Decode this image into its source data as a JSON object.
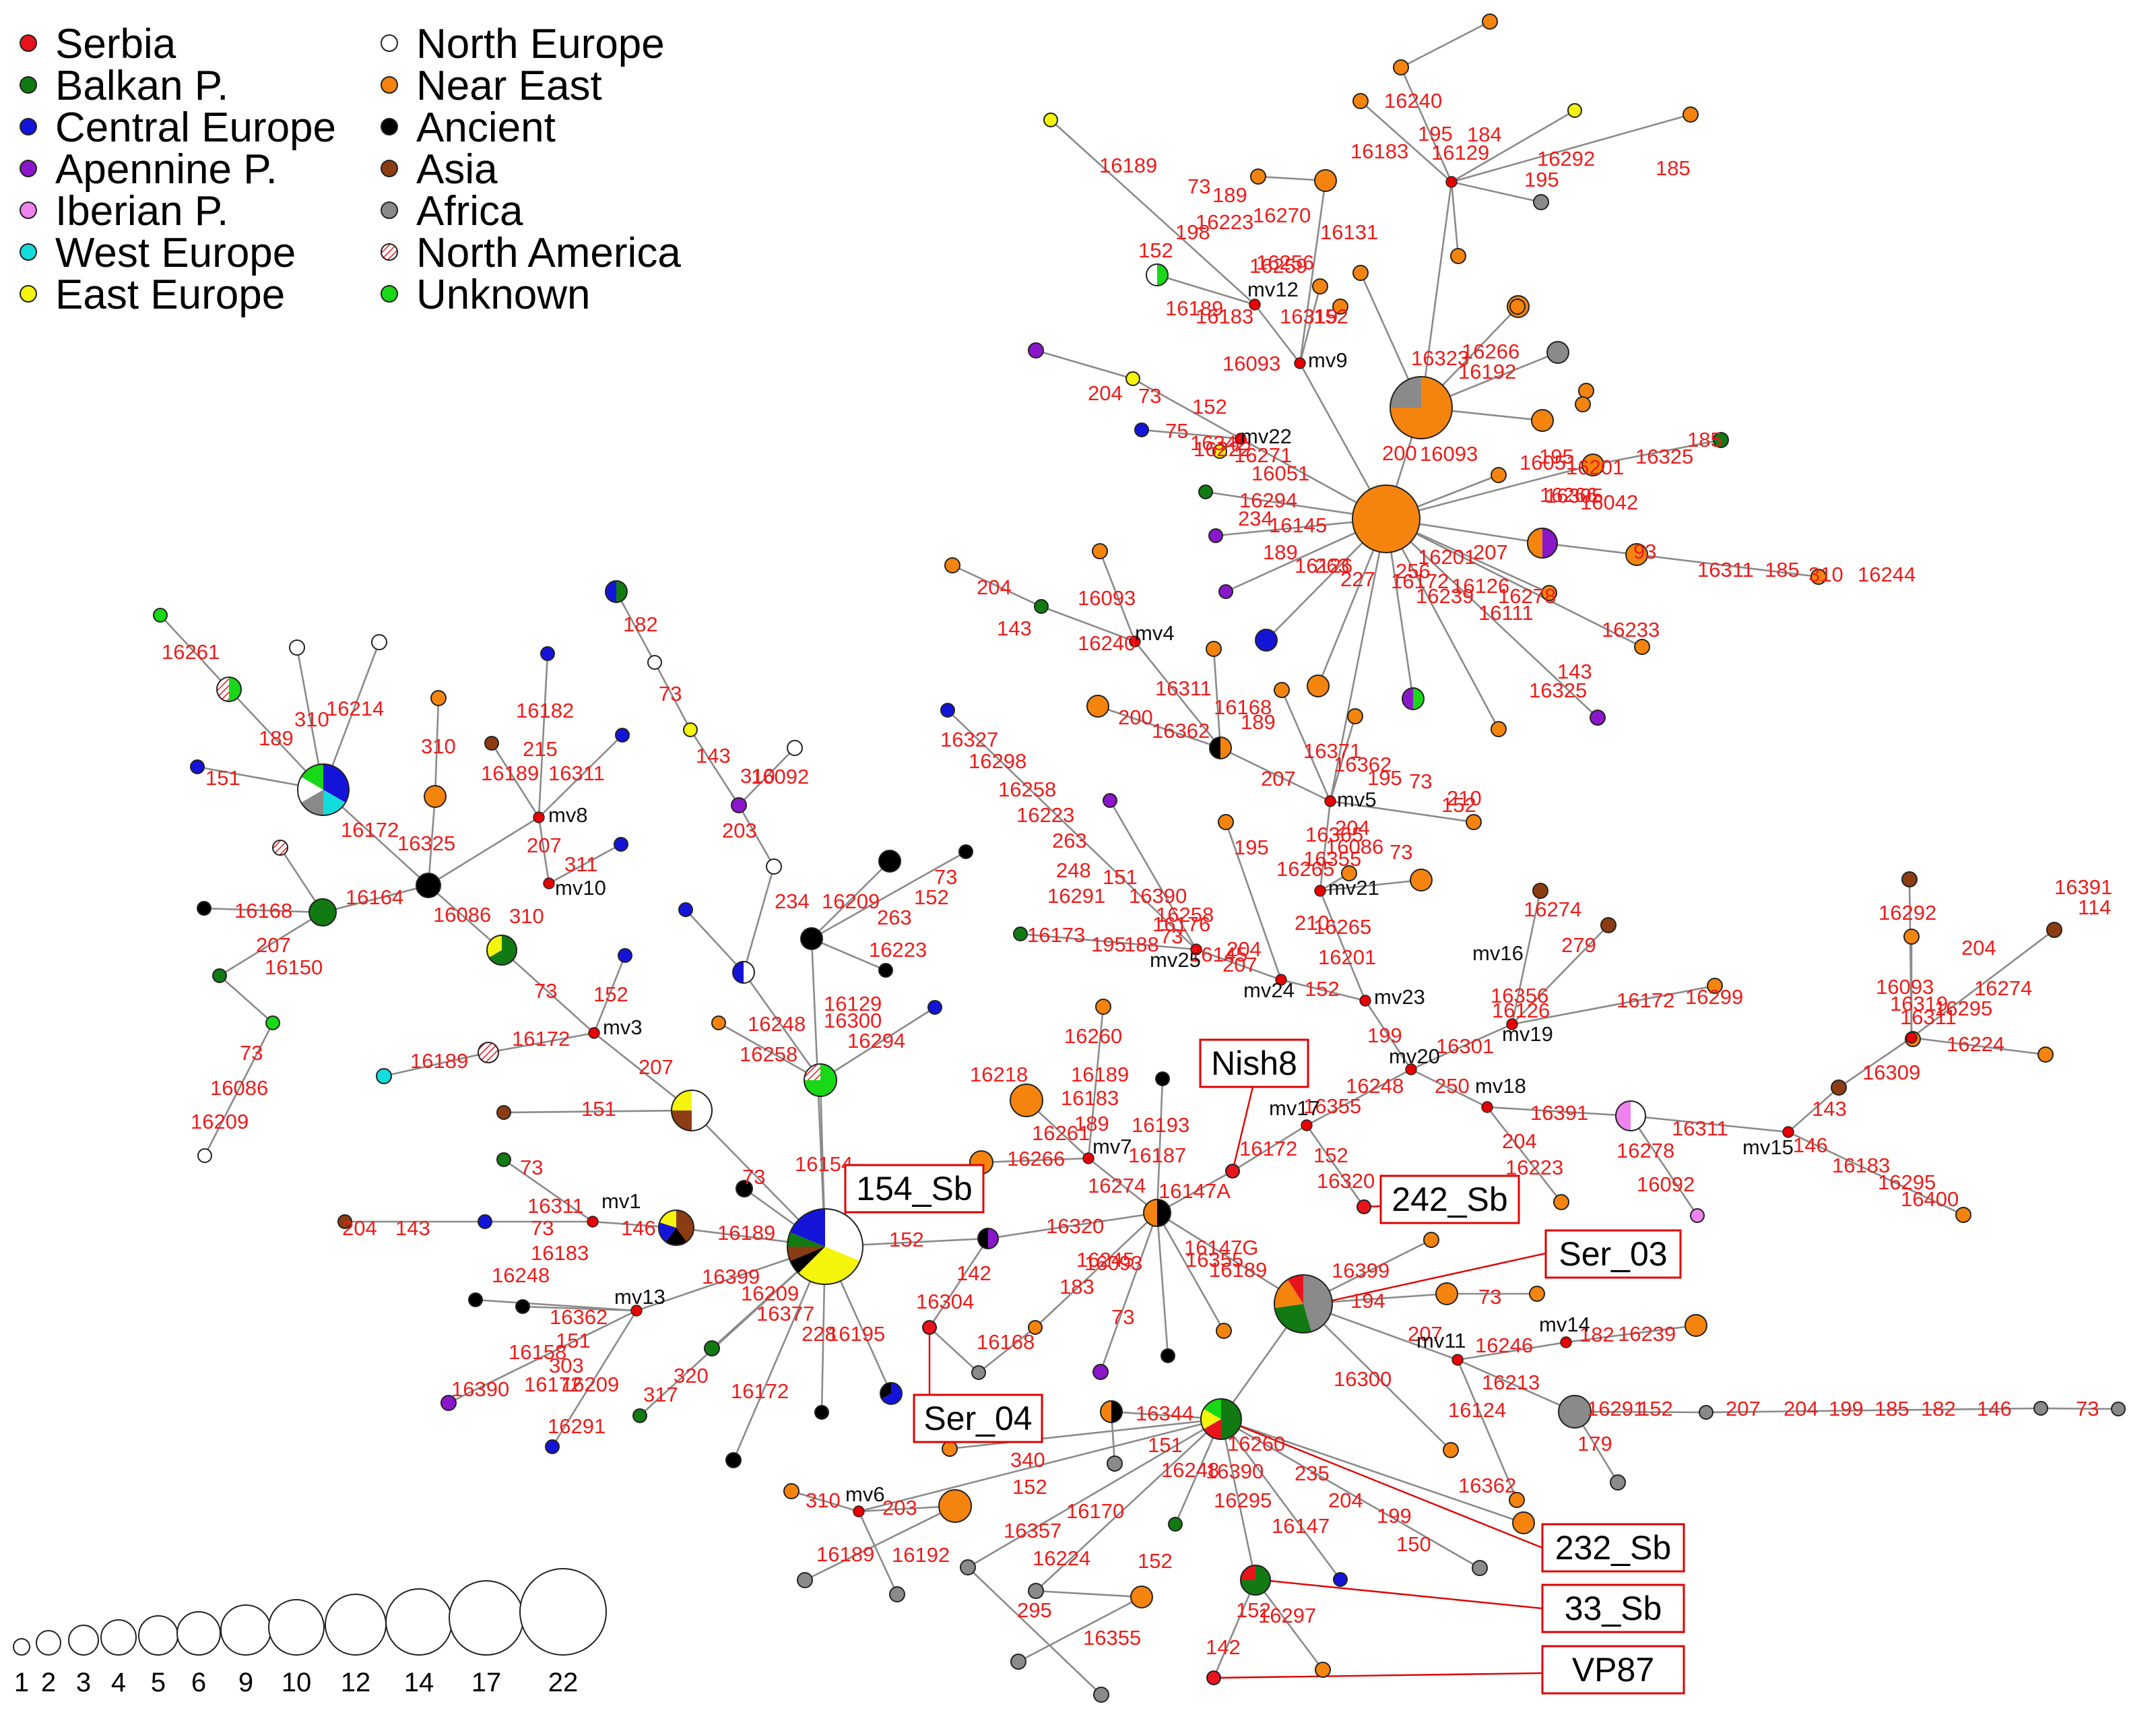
{
  "colors": {
    "serbia": "#e8141c",
    "balkan": "#127a12",
    "central": "#1414d9",
    "apennine": "#8a17c9",
    "iberian": "#ee82ee",
    "west": "#12dcdc",
    "east": "#f4f40c",
    "north": "#ffffff",
    "near": "#f5840f",
    "ancient": "#000000",
    "asia": "#8b3c12",
    "africa": "#8a8a8a",
    "northam": "#ffffff",
    "unknown": "#18d818"
  },
  "legend": [
    {
      "label": "Serbia",
      "color": "serbia"
    },
    {
      "label": "Balkan P.",
      "color": "balkan"
    },
    {
      "label": "Central Europe",
      "color": "central"
    },
    {
      "label": "Apennine P.",
      "color": "apennine"
    },
    {
      "label": "Iberian P.",
      "color": "iberian"
    },
    {
      "label": "West Europe",
      "color": "west"
    },
    {
      "label": "East Europe",
      "color": "east"
    },
    {
      "label": "North Europe",
      "color": "north"
    },
    {
      "label": "Near East",
      "color": "near"
    },
    {
      "label": "Ancient",
      "color": "ancient"
    },
    {
      "label": "Asia",
      "color": "asia"
    },
    {
      "label": "Africa",
      "color": "africa"
    },
    {
      "label": "North America",
      "color": "northam",
      "pattern": "hatch"
    },
    {
      "label": "Unknown",
      "color": "unknown"
    }
  ],
  "size_scale": [
    "1",
    "2",
    "3",
    "4",
    "5",
    "6",
    "9",
    "10",
    "12",
    "14",
    "17",
    "22"
  ],
  "callouts": [
    {
      "id": "nish8",
      "label": "Nish8"
    },
    {
      "id": "sb154",
      "label": "154_Sb"
    },
    {
      "id": "sb242",
      "label": "242_Sb"
    },
    {
      "id": "ser03",
      "label": "Ser_03"
    },
    {
      "id": "ser04",
      "label": "Ser_04"
    },
    {
      "id": "sb232",
      "label": "232_Sb"
    },
    {
      "id": "sb33",
      "label": "33_Sb"
    },
    {
      "id": "vp87",
      "label": "VP87"
    }
  ],
  "median_vectors": [
    "mv1",
    "mv3",
    "mv4",
    "mv5",
    "mv6",
    "mv7",
    "mv8",
    "mv9",
    "mv10",
    "mv11",
    "mv12",
    "mv13",
    "mv14",
    "mv15",
    "mv16",
    "mv17",
    "mv18",
    "mv19",
    "mv20",
    "mv21",
    "mv22",
    "mv23",
    "mv24",
    "mv25"
  ],
  "mutation_labels": [
    "16261",
    "189",
    "310",
    "16214",
    "151",
    "16172",
    "16325",
    "16168",
    "16164",
    "16086",
    "207",
    "16150",
    "73",
    "16086",
    "16209",
    "16182",
    "215",
    "16189",
    "16311",
    "310",
    "207",
    "311",
    "310",
    "73",
    "152",
    "16172",
    "16189",
    "207",
    "151",
    "73",
    "182",
    "73",
    "143",
    "310",
    "16092",
    "203",
    "234",
    "16209",
    "73",
    "152",
    "263",
    "16223",
    "16129",
    "16248",
    "16300",
    "16258",
    "16294",
    "16154",
    "73",
    "16311",
    "16183",
    "204",
    "143",
    "73",
    "146",
    "16189",
    "16248",
    "16362",
    "151",
    "16158",
    "303",
    "16172",
    "16209",
    "16390",
    "16291",
    "320",
    "317",
    "16399",
    "16209",
    "16377",
    "228",
    "16195",
    "16172",
    "152",
    "16304",
    "142",
    "16168",
    "16320",
    "183",
    "16093",
    "16245",
    "16355",
    "16189",
    "16147G",
    "73",
    "16218",
    "16260",
    "16189",
    "16183",
    "189",
    "16261",
    "16266",
    "16193",
    "16187",
    "16274",
    "16147A",
    "16172",
    "16355",
    "152",
    "16320",
    "16399",
    "194",
    "73",
    "207",
    "16246",
    "182",
    "16239",
    "16213",
    "16124",
    "16300",
    "16291",
    "152",
    "207",
    "204",
    "199",
    "185",
    "182",
    "146",
    "73",
    "179",
    "16362",
    "16344",
    "151",
    "16260",
    "16248",
    "16390",
    "16295",
    "235",
    "204",
    "199",
    "150",
    "16147",
    "152",
    "16297",
    "142",
    "340",
    "310",
    "203",
    "152",
    "16170",
    "16357",
    "16192",
    "16189",
    "16224",
    "152",
    "295",
    "16355",
    "16327",
    "16298",
    "16258",
    "16223",
    "263",
    "248",
    "151",
    "16390",
    "16291",
    "16258",
    "16176",
    "73",
    "16145",
    "16173",
    "195",
    "188",
    "204",
    "207",
    "152",
    "16265",
    "16201",
    "199",
    "16248",
    "250",
    "16301",
    "16274",
    "279",
    "16356",
    "16126",
    "16172",
    "16299",
    "16391",
    "204",
    "16223",
    "16278",
    "16092",
    "16311",
    "146",
    "16183",
    "16295",
    "16400",
    "143",
    "16309",
    "16292",
    "16093",
    "16319",
    "16311",
    "16295",
    "16274",
    "204",
    "114",
    "16391",
    "16224",
    "204",
    "16093",
    "143",
    "16240",
    "16311",
    "16168",
    "200",
    "189",
    "16362",
    "207",
    "16371",
    "16362",
    "195",
    "73",
    "210",
    "152",
    "16365",
    "204",
    "73",
    "195",
    "16265",
    "16355",
    "16086",
    "210",
    "204",
    "73",
    "152",
    "75",
    "16342",
    "16222",
    "16271",
    "16051",
    "16294",
    "234",
    "16145",
    "189",
    "16126",
    "263",
    "227",
    "16172",
    "16239",
    "16126",
    "16278",
    "16111",
    "16233",
    "143",
    "16325",
    "16201",
    "256",
    "207",
    "93",
    "16311",
    "185",
    "310",
    "16244",
    "16305",
    "16266",
    "16042",
    "16051",
    "195",
    "16201",
    "16325",
    "185",
    "200",
    "16093",
    "16192",
    "16266",
    "16323",
    "16131",
    "152",
    "16319",
    "16270",
    "16259",
    "16256",
    "16189",
    "16183",
    "16093",
    "152",
    "198",
    "16223",
    "189",
    "73",
    "16189",
    "16183",
    "16240",
    "195",
    "16129",
    "184",
    "16292",
    "195",
    "185"
  ]
}
